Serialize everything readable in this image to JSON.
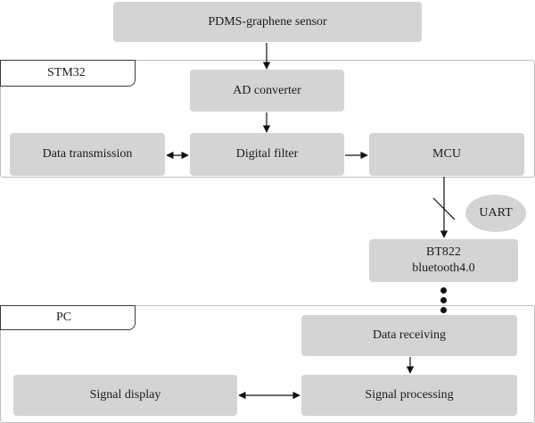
{
  "sensor": {
    "label": "PDMS-graphene sensor"
  },
  "stm32": {
    "title": "STM32",
    "ad_converter": "AD converter",
    "data_transmission": "Data transmission",
    "digital_filter": "Digital filter",
    "mcu": "MCU"
  },
  "uart": {
    "label": "UART"
  },
  "bt": {
    "line1": "BT822",
    "line2": "bluetooth4.0"
  },
  "pc": {
    "title": "PC",
    "data_receiving": "Data receiving",
    "signal_display": "Signal display",
    "signal_processing": "Signal processing"
  }
}
